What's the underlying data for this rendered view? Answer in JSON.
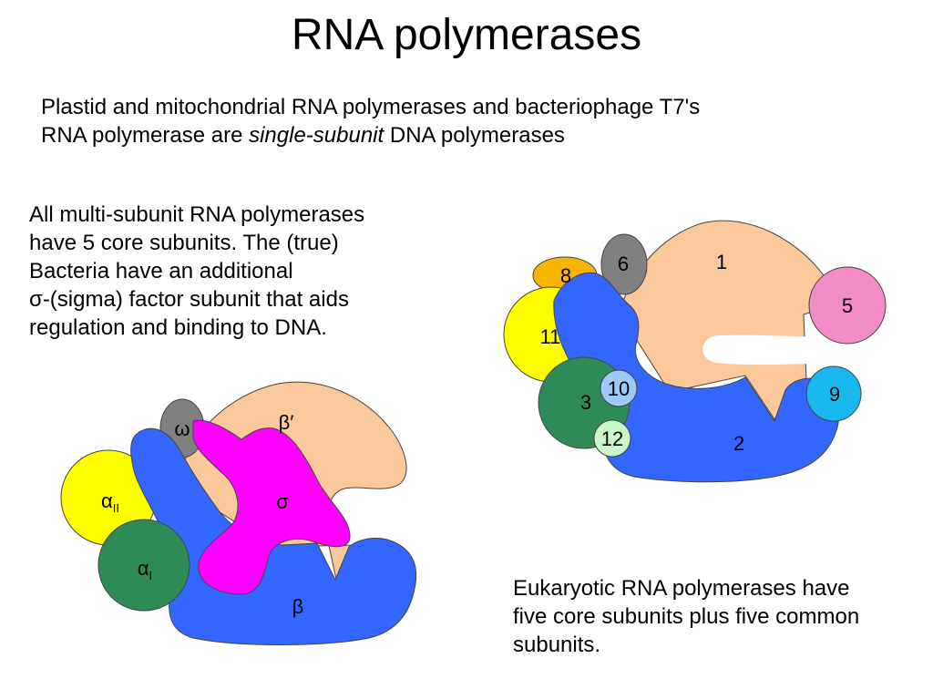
{
  "title": "RNA polymerases",
  "intro": {
    "line1": "Plastid and mitochondrial RNA polymerases and bacteriophage T7's",
    "line2_before": "RNA polymerase are ",
    "line2_italic": "single-subunit",
    "line2_after": " DNA polymerases"
  },
  "bacteria_note": {
    "lines": [
      "All multi-subunit RNA polymerases",
      "have 5 core subunits. The (true)",
      "Bacteria have an additional",
      "σ-(sigma) factor subunit that aids",
      "regulation and binding to DNA."
    ]
  },
  "eukaryote_note": {
    "lines": [
      "Eukaryotic RNA polymerases have",
      "five core subunits plus five common",
      "subunits."
    ]
  },
  "bacterial_diagram": {
    "labels": {
      "omega": "ω",
      "beta_prime": "β′",
      "alpha_ii": {
        "main": "α",
        "sub": "II"
      },
      "sigma": "σ",
      "alpha_i": {
        "main": "α",
        "sub": "I"
      },
      "beta": "β"
    }
  },
  "eukaryotic_diagram": {
    "labels": {
      "s1": "1",
      "s2": "2",
      "s3": "3",
      "s5": "5",
      "s6": "6",
      "s8": "8",
      "s9": "9",
      "s10": "10",
      "s11": "11",
      "s12": "12"
    }
  },
  "colors": {
    "beta_prime": "#fbc89c",
    "beta": "#3366ff",
    "sigma": "#ff00ff",
    "omega": "#808080",
    "alpha_ii": "#ffff00",
    "alpha_i": "#2e8b57",
    "s1": "#fbc89c",
    "s2": "#3366ff",
    "s3": "#2e8b57",
    "s5": "#f28cc4",
    "s6": "#808080",
    "s8": "#f7b500",
    "s9": "#18b8ee",
    "s10": "#9cc9f7",
    "s11": "#ffff00",
    "s12": "#c8f7c8",
    "background": "#ffffff"
  }
}
